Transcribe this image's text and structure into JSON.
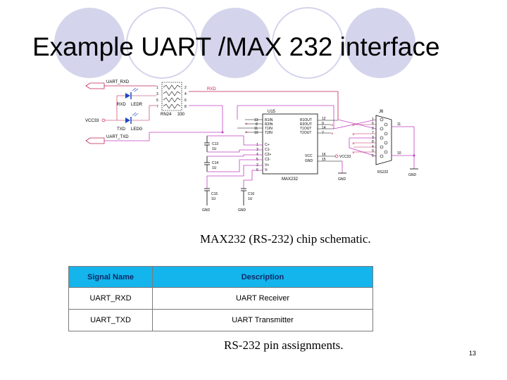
{
  "slide": {
    "title": "Example UART /MAX 232 interface",
    "page_number": "13"
  },
  "schematic": {
    "caption": "MAX232 (RS-232) chip schematic.",
    "net_labels": {
      "uart_rxd": "UART_RXD",
      "uart_txd": "UART_TXD",
      "vcc33": "VCC33",
      "rxd": "RXD",
      "vcc33_right": "VCC33"
    },
    "leds": {
      "rxd_label": "RXD",
      "ledr": "LEDR",
      "txd_label": "TXD",
      "ledg": "LEDG"
    },
    "resistor_network": {
      "ref": "RN24",
      "value": "330",
      "left_pins": [
        "1",
        "3",
        "5",
        "7"
      ],
      "right_pins": [
        "2",
        "4",
        "6",
        "8"
      ]
    },
    "chip": {
      "ref": "U15",
      "name": "MAX232",
      "left_pins": [
        {
          "num": "13",
          "name": "R1IN"
        },
        {
          "num": "8",
          "name": "R2IN"
        },
        {
          "num": "11",
          "name": "T1IN"
        },
        {
          "num": "10",
          "name": "T2IN"
        },
        {
          "num": "1",
          "name": "C+"
        },
        {
          "num": "3",
          "name": "C1-"
        },
        {
          "num": "4",
          "name": "C2+"
        },
        {
          "num": "5",
          "name": "C2-"
        },
        {
          "num": "2",
          "name": "V+"
        },
        {
          "num": "6",
          "name": "V-"
        }
      ],
      "right_pins": [
        {
          "num": "12",
          "name": "R1OUT"
        },
        {
          "num": "9",
          "name": "R2OUT"
        },
        {
          "num": "14",
          "name": "T1OUT"
        },
        {
          "num": "7",
          "name": "T2OUT"
        },
        {
          "num": "16",
          "name": "VCC"
        },
        {
          "num": "15",
          "name": "GND"
        }
      ]
    },
    "capacitors": [
      {
        "ref": "C13",
        "value": "1U"
      },
      {
        "ref": "C14",
        "value": "1U"
      },
      {
        "ref": "C15",
        "value": "1U"
      },
      {
        "ref": "C16",
        "value": "1U"
      }
    ],
    "connector": {
      "ref": "J6",
      "name": "RS232",
      "pins": [
        "1",
        "6",
        "2",
        "7",
        "3",
        "8",
        "4",
        "9",
        "5"
      ],
      "shield_pins": [
        "11",
        "10"
      ]
    },
    "gnd": "GND"
  },
  "pin_table": {
    "caption": "RS-232 pin assignments.",
    "headers": [
      "Signal Name",
      "Description"
    ],
    "rows": [
      [
        "UART_RXD",
        "UART Receiver"
      ],
      [
        "UART_TXD",
        "UART Transmitter"
      ]
    ]
  },
  "colors": {
    "header_bg": "#14b4ec",
    "header_text": "#0d2a66",
    "wire_red": "#c02050",
    "wire_pink": "#c040c0",
    "decor_circle": "#d4d4ec"
  }
}
